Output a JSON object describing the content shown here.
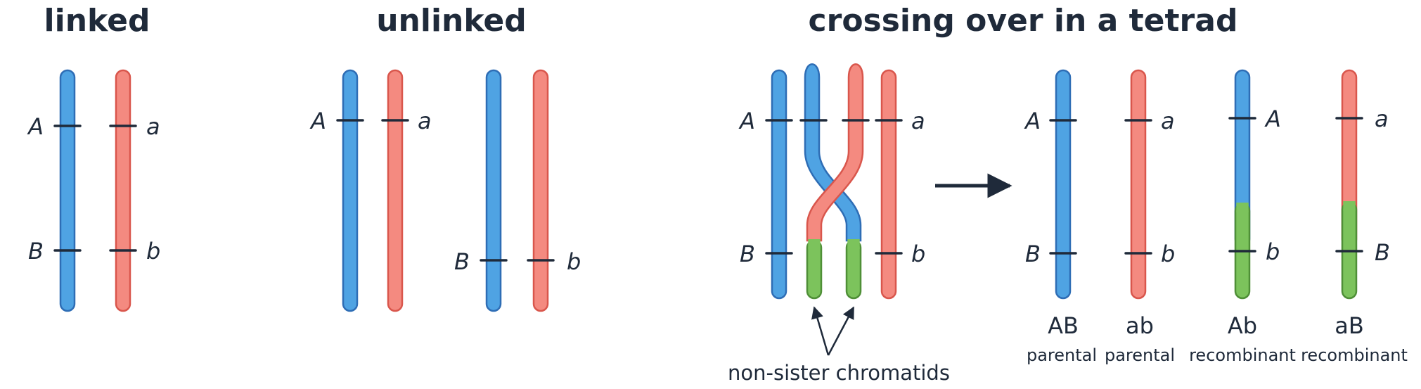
{
  "titles": {
    "linked": "linked",
    "unlinked": "unlinked",
    "crossing": "crossing over in a tetrad"
  },
  "alleles": {
    "A": "A",
    "a": "a",
    "B": "B",
    "b": "b"
  },
  "outcomes": [
    {
      "genotype": "AB",
      "type": "parental"
    },
    {
      "genotype": "ab",
      "type": "parental"
    },
    {
      "genotype": "Ab",
      "type": "recombinant"
    },
    {
      "genotype": "aB",
      "type": "recombinant"
    }
  ],
  "annotation": "non-sister chromatids",
  "colors": {
    "blue": "#4fa3e3",
    "red": "#f48a80",
    "green": "#7cc35c",
    "ink": "#1f2a3a"
  }
}
